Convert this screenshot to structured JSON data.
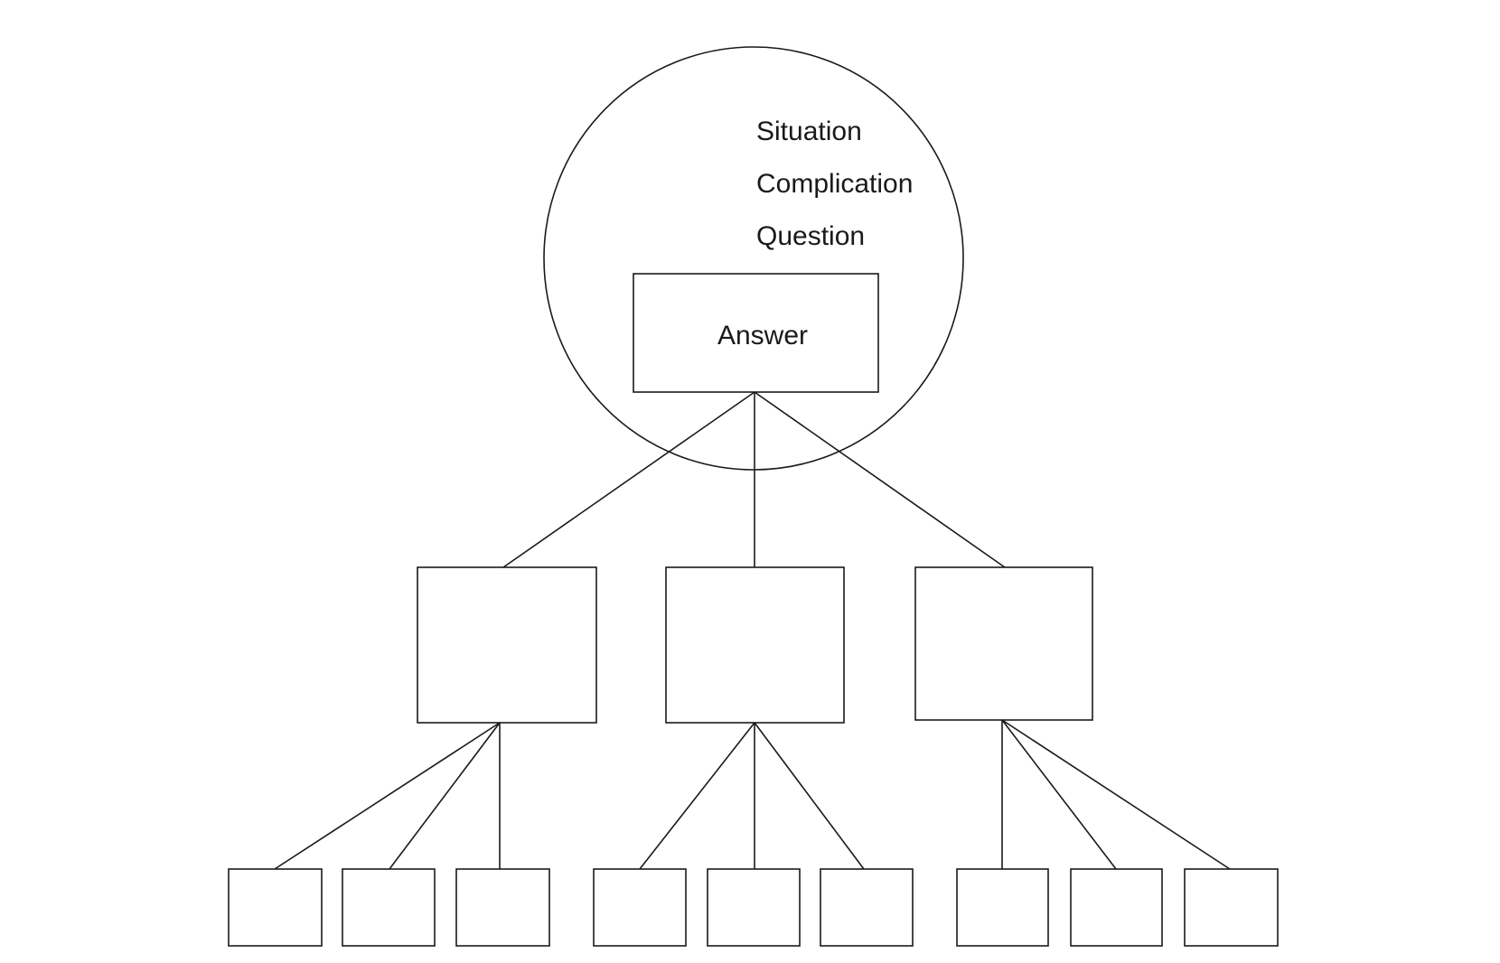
{
  "diagram": {
    "intro_lines": [
      "Situation",
      "Complication",
      "Question"
    ],
    "answer_label": "Answer",
    "colors": {
      "stroke": "#1a1a1a",
      "background": "#ffffff"
    }
  }
}
